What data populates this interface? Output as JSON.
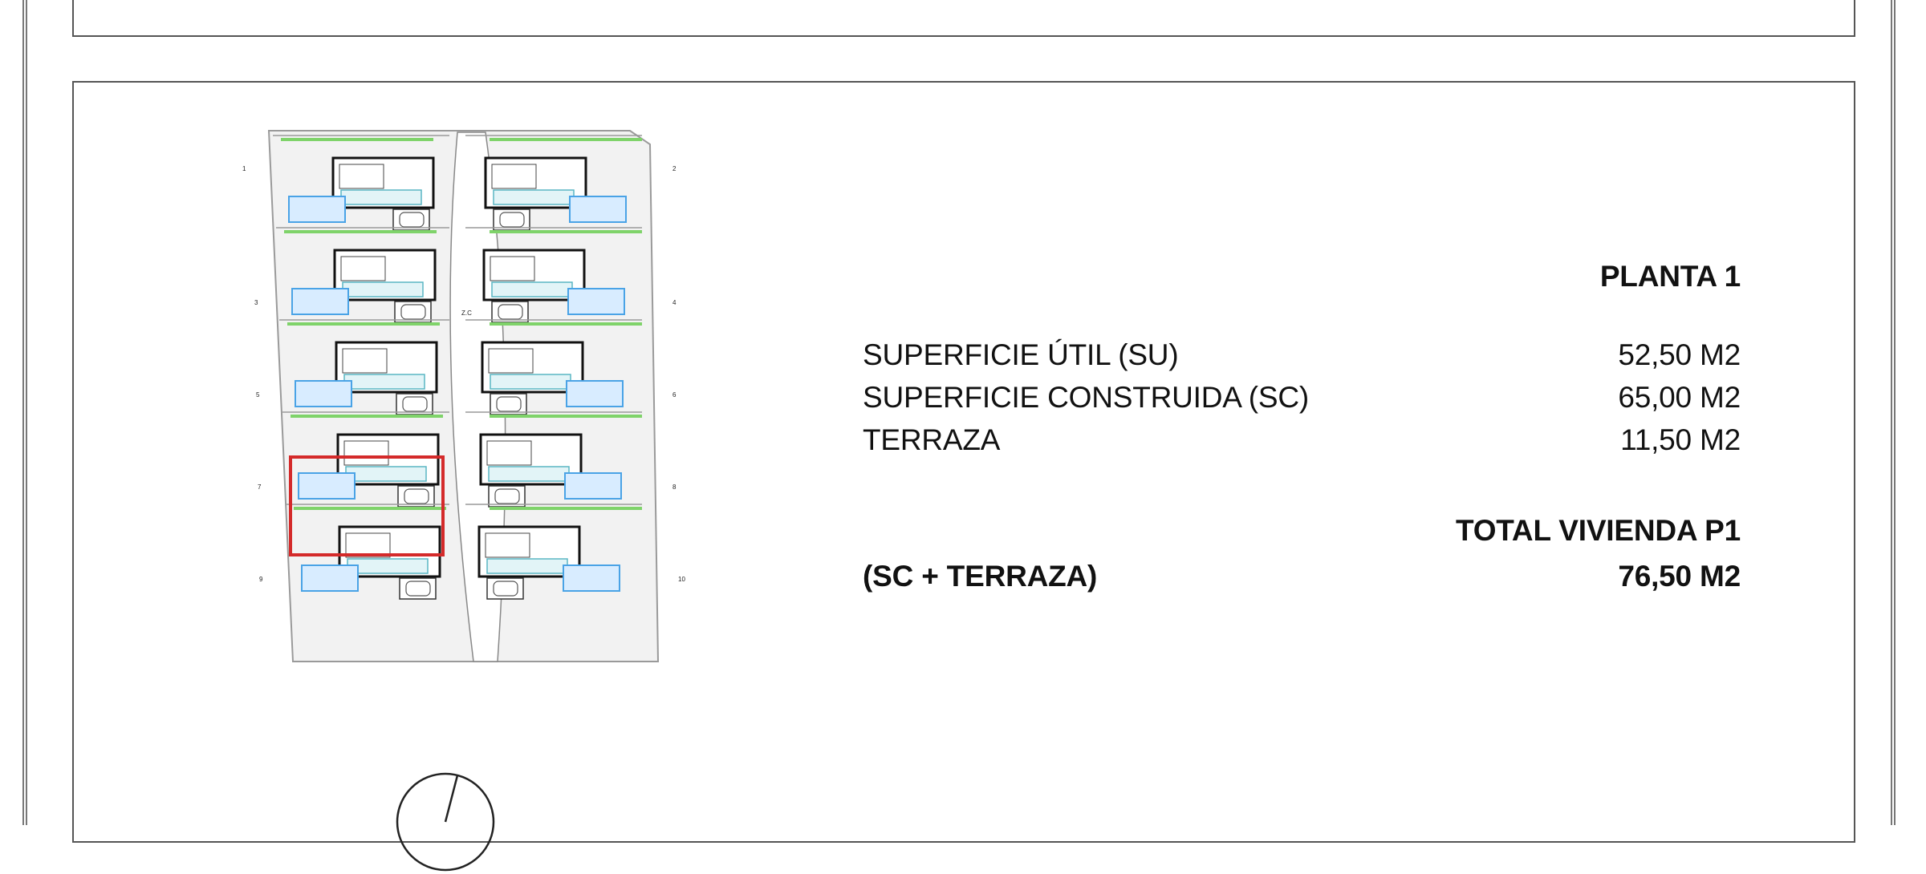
{
  "plan": {
    "lot_numbers": [
      "1",
      "2",
      "3",
      "4",
      "5",
      "6",
      "7",
      "8",
      "9",
      "10"
    ],
    "street_label": "Z.C",
    "highlighted_lot": "7",
    "highlight_color": "#d42a2a",
    "pool_color": "#4aa3e6",
    "garden_color": "#7fd36a"
  },
  "areas": {
    "floor_title": "PLANTA 1",
    "rows": [
      {
        "label": "SUPERFICIE ÚTIL (SU)",
        "value": "52,50 M2"
      },
      {
        "label": "SUPERFICIE CONSTRUIDA (SC)",
        "value": "65,00 M2"
      },
      {
        "label": "TERRAZA",
        "value": "11,50 M2"
      }
    ],
    "total_title": "TOTAL VIVIENDA P1",
    "total_label": "(SC + TERRAZA)",
    "total_value": "76,50 M2"
  }
}
